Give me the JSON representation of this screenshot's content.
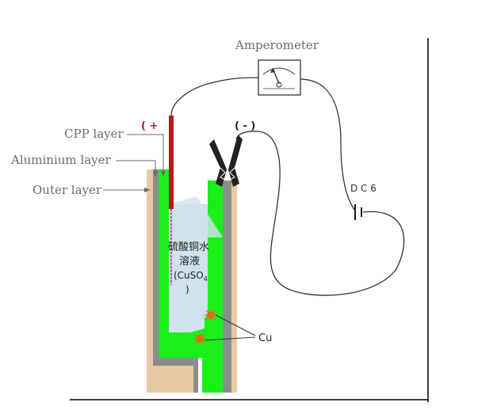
{
  "labels": {
    "amperometer": "Amperometer",
    "cpp_layer": "CPP layer",
    "aluminium_layer": "Aluminium layer",
    "outer_layer": "Outer layer",
    "positive": "( +",
    "negative": "( - )",
    "dc": "D C 6",
    "solution_line1": "硫酸铜水",
    "solution_line2": "溶液",
    "solution_line3": "(CuSO",
    "solution_sub": "4",
    "solution_line4": ")",
    "cu": "Cu"
  },
  "colors": {
    "green_cpp": "#19f01a",
    "aluminium_gray": "#8c8c8c",
    "outer_tan": "#e7c9a3",
    "solution_blue": "#cfe2ee",
    "electrode_red": "#b11d1d",
    "label_gray": "#6b6b6b",
    "clamp_black": "#222222",
    "copper_orange": "#e06a1a"
  },
  "icons": {
    "meter": "amperometer-icon",
    "battery": "battery-icon",
    "clamp": "alligator-clip-icon",
    "copper": "copper-deposit-icon"
  }
}
